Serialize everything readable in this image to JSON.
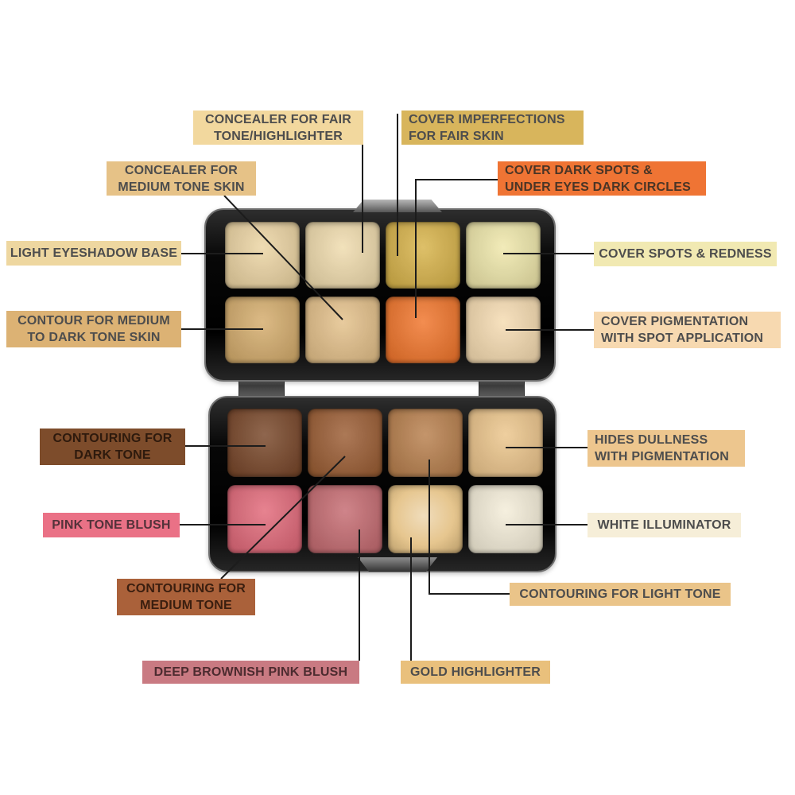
{
  "canvas": {
    "background": "#ffffff"
  },
  "palette": {
    "shell_color": "#0d0d0d",
    "rim_color": "#6f6f6f",
    "lid_pans": [
      {
        "name": "light-eyeshadow-base",
        "color": "#ecd5a4"
      },
      {
        "name": "concealer-fair-highlighter",
        "color": "#f0dcae"
      },
      {
        "name": "cover-imperfections-fair-skin",
        "color": "#d8b44c"
      },
      {
        "name": "cover-spots-redness",
        "color": "#efe7ab"
      },
      {
        "name": "contour-medium-dark-tone",
        "color": "#d5ad6e"
      },
      {
        "name": "concealer-medium-tone",
        "color": "#e4c18b"
      },
      {
        "name": "cover-dark-spots",
        "color": "#f1772e"
      },
      {
        "name": "cover-pigmentation",
        "color": "#f6dcb2"
      }
    ],
    "base_pans": [
      {
        "name": "contouring-dark-tone",
        "color": "#7a492c"
      },
      {
        "name": "contouring-medium-tone",
        "color": "#9c5f36"
      },
      {
        "name": "contouring-light-tone",
        "color": "#b9814f"
      },
      {
        "name": "hides-dullness-pigmentation",
        "color": "#ecc68d"
      },
      {
        "name": "pink-tone-blush",
        "color": "#e26b7b"
      },
      {
        "name": "deep-brownish-pink-blush",
        "color": "#c66d73"
      },
      {
        "name": "gold-highlighter",
        "color": "#e4c185"
      },
      {
        "name": "white-illuminator",
        "color": "#f4edd9"
      }
    ]
  },
  "labels": [
    {
      "text": "CONCEALER FOR FAIR\nTONE/HIGHLIGHTER",
      "bg": "#f2d89e",
      "fg": "#4d4d4d"
    },
    {
      "text": "COVER IMPERFECTIONS\nFOR FAIR SKIN",
      "bg": "#d8b55c",
      "fg": "#4d4d4d"
    },
    {
      "text": "CONCEALER FOR\nMEDIUM TONE SKIN",
      "bg": "#e6c287",
      "fg": "#4d4d4d"
    },
    {
      "text": "COVER DARK SPOTS &\nUNDER EYES DARK CIRCLES",
      "bg": "#ef7434",
      "fg": "#4a3526"
    },
    {
      "text": "LIGHT EYESHADOW BASE",
      "bg": "#eed7a0",
      "fg": "#4d4d4d"
    },
    {
      "text": "COVER SPOTS & REDNESS",
      "bg": "#f1e9b2",
      "fg": "#4d4d4d"
    },
    {
      "text": "CONTOUR FOR MEDIUM\nTO DARK TONE SKIN",
      "bg": "#dcb274",
      "fg": "#4d4d4d"
    },
    {
      "text": "COVER PIGMENTATION\nWITH SPOT APPLICATION",
      "bg": "#f7d9b0",
      "fg": "#4d4d4d"
    },
    {
      "text": "CONTOURING FOR\nDARK TONE",
      "bg": "#7d4c2b",
      "fg": "#2e1a0d"
    },
    {
      "text": "HIDES DULLNESS\nWITH PIGMENTATION",
      "bg": "#edc68e",
      "fg": "#4d4d4d"
    },
    {
      "text": "PINK TONE BLUSH",
      "bg": "#ea7186",
      "fg": "#54323a"
    },
    {
      "text": "WHITE ILLUMINATOR",
      "bg": "#f6eed8",
      "fg": "#4d4d4d"
    },
    {
      "text": "CONTOURING FOR\nMEDIUM TONE",
      "bg": "#aa613a",
      "fg": "#3a1e0f"
    },
    {
      "text": "CONTOURING FOR LIGHT TONE",
      "bg": "#eac489",
      "fg": "#4d4d4d"
    },
    {
      "text": "DEEP BROWNISH PINK BLUSH",
      "bg": "#c97a82",
      "fg": "#4c2b2f"
    },
    {
      "text": "GOLD HIGHLIGHTER",
      "bg": "#e9c07c",
      "fg": "#4d4d4d"
    }
  ]
}
